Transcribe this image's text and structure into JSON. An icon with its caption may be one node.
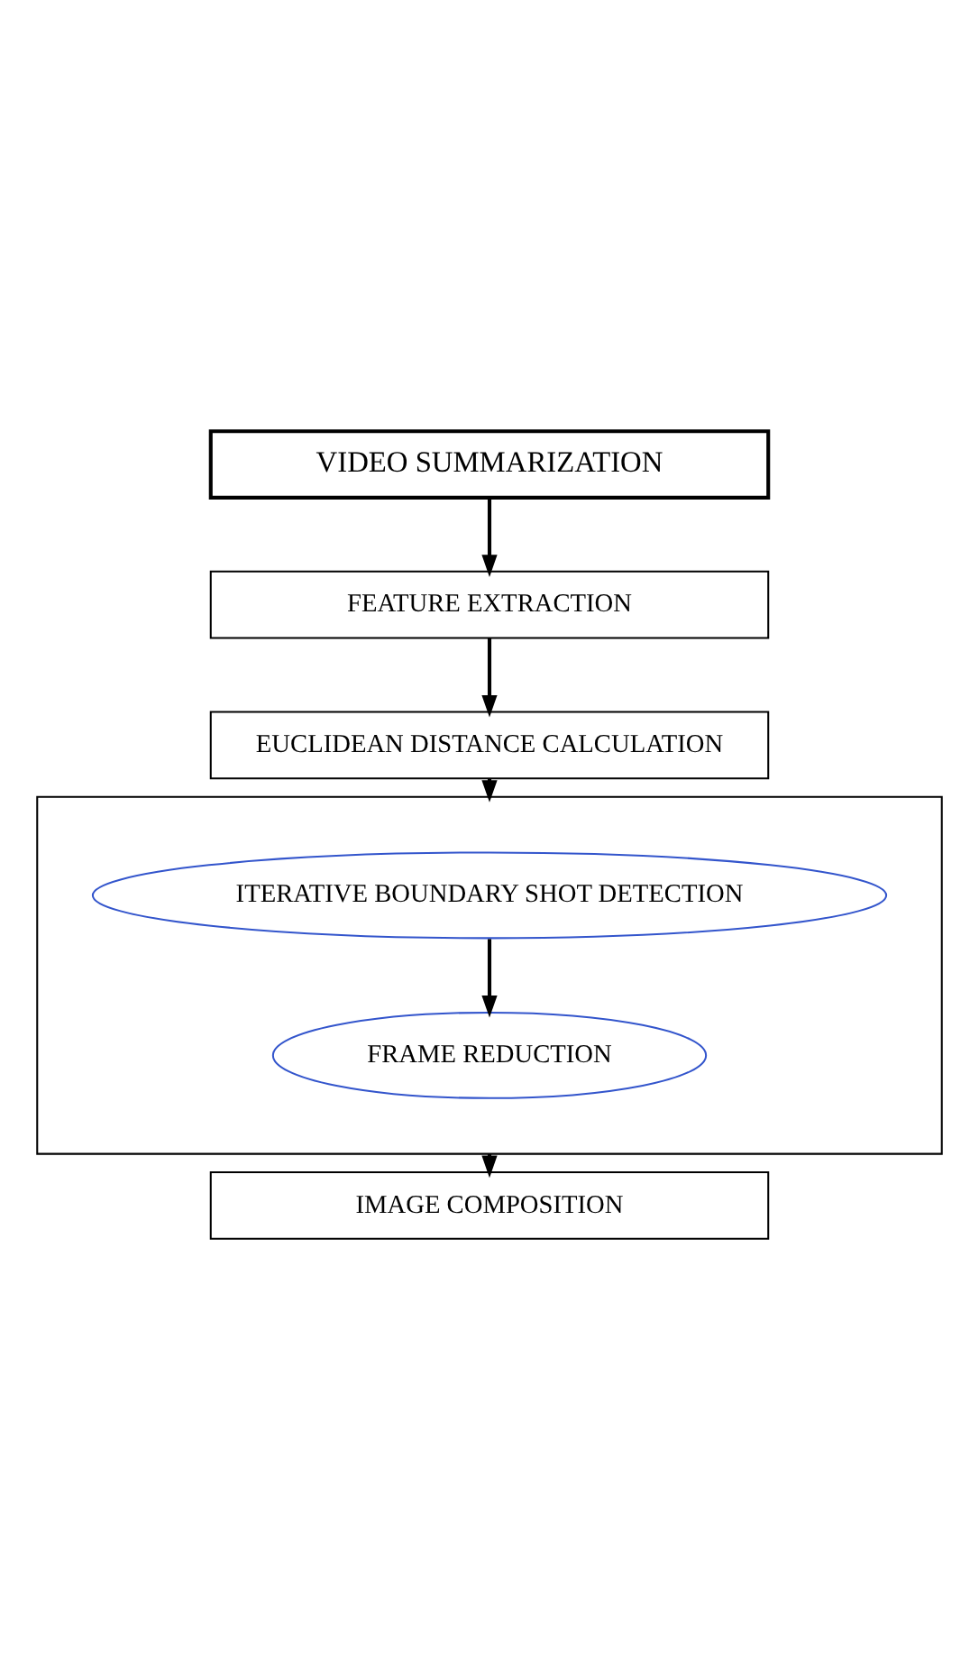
{
  "diagram": {
    "nodes": [
      {
        "text": [
          "VIDEO SUMMARIZATION"
        ]
      },
      {
        "text": [
          "FEATURE EXTRACTION"
        ]
      },
      {
        "text": [
          "EUCLIDEAN DISTANCE CALCULATION"
        ]
      },
      {
        "text": [],
        "shape": "box"
      },
      {
        "text": [
          "ITERATIVE BOUNDARY SHOT DETECTION"
        ],
        "in": 3
      },
      {
        "text": [
          "FRAME REDUCTION"
        ],
        "in": 3
      },
      {
        "text": [
          "IMAGE COMPOSITION"
        ]
      }
    ],
    "edges": [
      {
        "from": 0,
        "to": 1,
        "arrow": "to"
      },
      {
        "from": 1,
        "to": 2,
        "arrow": "to"
      },
      {
        "from": 2,
        "to": 3,
        "arrow": "to"
      },
      {
        "from": 4,
        "to": 5,
        "arrow": "to"
      },
      {
        "from": 3,
        "to": 6,
        "arrow": "to"
      }
    ]
  }
}
